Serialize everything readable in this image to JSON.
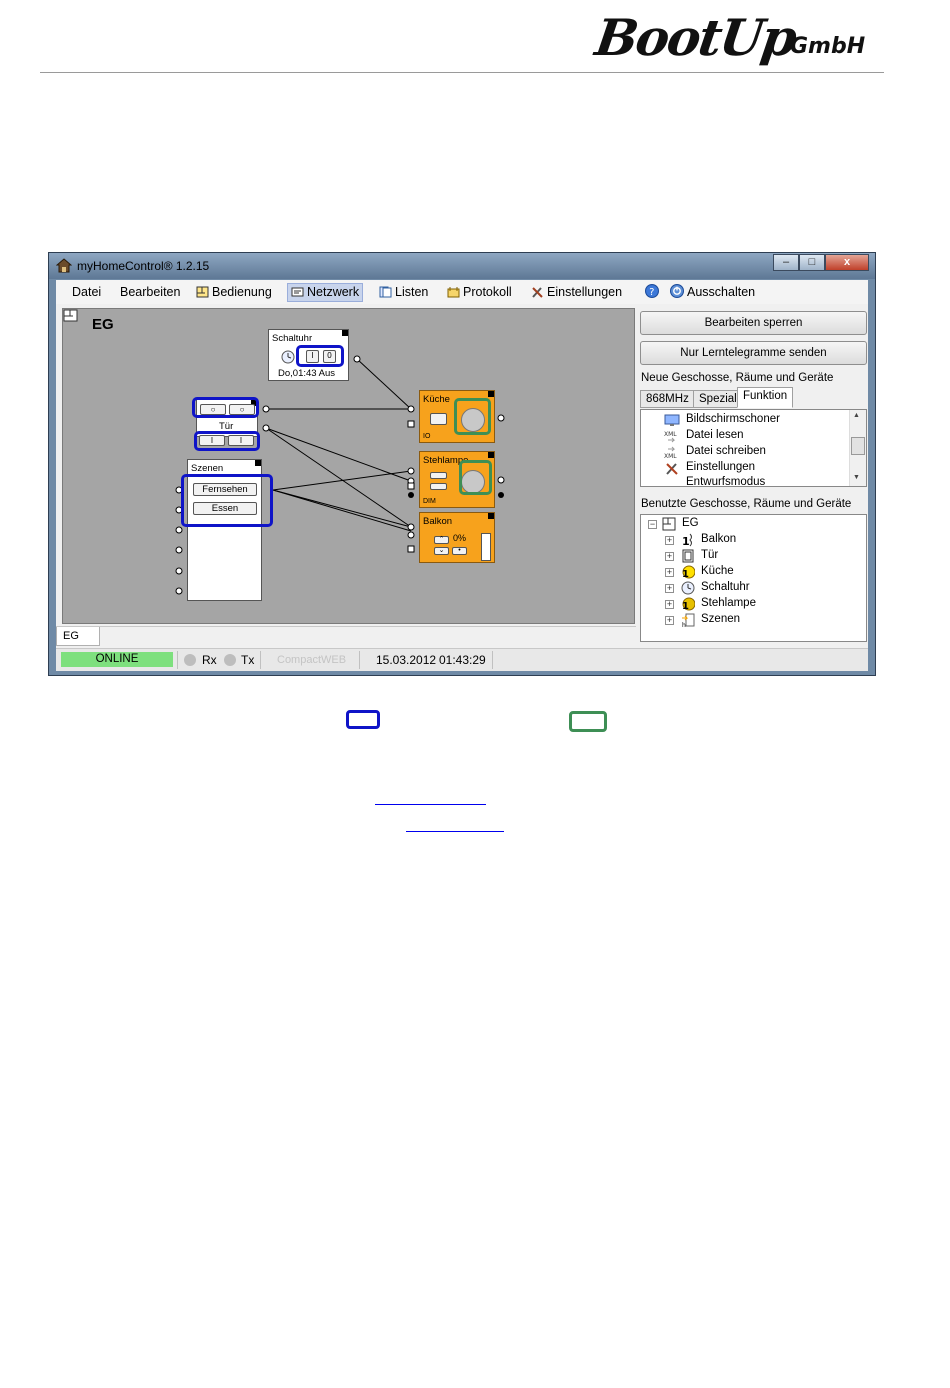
{
  "header": {
    "brand": "BootUp",
    "company_suffix": "GmbH"
  },
  "window": {
    "title": "myHomeControl®  1.2.15",
    "controls": {
      "minimize": "–",
      "maximize": "□",
      "close": "x"
    }
  },
  "menu": {
    "items": [
      "Datei",
      "Bearbeiten",
      "Bedienung",
      "Netzwerk",
      "Listen",
      "Protokoll",
      "Einstellungen",
      "Ausschalten"
    ],
    "active": "Netzwerk"
  },
  "canvas": {
    "floor": "EG",
    "blocks": {
      "schaltuhr": {
        "title": "Schaltuhr",
        "btn_on": "I",
        "btn_off": "0",
        "status": "Do,01:43 Aus"
      },
      "tuer": {
        "title": "Tür",
        "btn": "○",
        "btn2": "I"
      },
      "szenen": {
        "title": "Szenen",
        "scene1": "Fernsehen",
        "scene2": "Essen"
      },
      "kueche": {
        "title": "Küche",
        "type": "IO"
      },
      "stehlampe": {
        "title": "Stehlampe",
        "type": "DIM"
      },
      "balkon": {
        "title": "Balkon",
        "position": "0%"
      }
    },
    "tab": "EG"
  },
  "status": {
    "connection": "ONLINE",
    "rx": "Rx",
    "tx": "Tx",
    "device": "CompactWEB",
    "date": "15.03.2012",
    "time": "01:43:29"
  },
  "right_panel": {
    "btn_lock": "Bearbeiten sperren",
    "btn_teach": "Nur Lerntelegramme senden",
    "new_label": "Neue Geschosse, Räume und Geräte",
    "tabs": [
      "868MHz",
      "Spezial",
      "Funktion"
    ],
    "active_tab": "Funktion",
    "functions": [
      "Bildschirmschoner",
      "Datei lesen",
      "Datei schreiben",
      "Einstellungen",
      "Entwurfsmodus"
    ],
    "used_label": "Benutzte Geschosse, Räume und Geräte",
    "tree_root": "EG",
    "tree_items": [
      "Balkon",
      "Tür",
      "Küche",
      "Schaltuhr",
      "Stehlampe",
      "Szenen"
    ]
  },
  "colors": {
    "highlight_blue": "#0f14c8",
    "highlight_green": "#3e8f55",
    "block_orange": "#f7a21c",
    "online_green": "#7ee07e"
  }
}
